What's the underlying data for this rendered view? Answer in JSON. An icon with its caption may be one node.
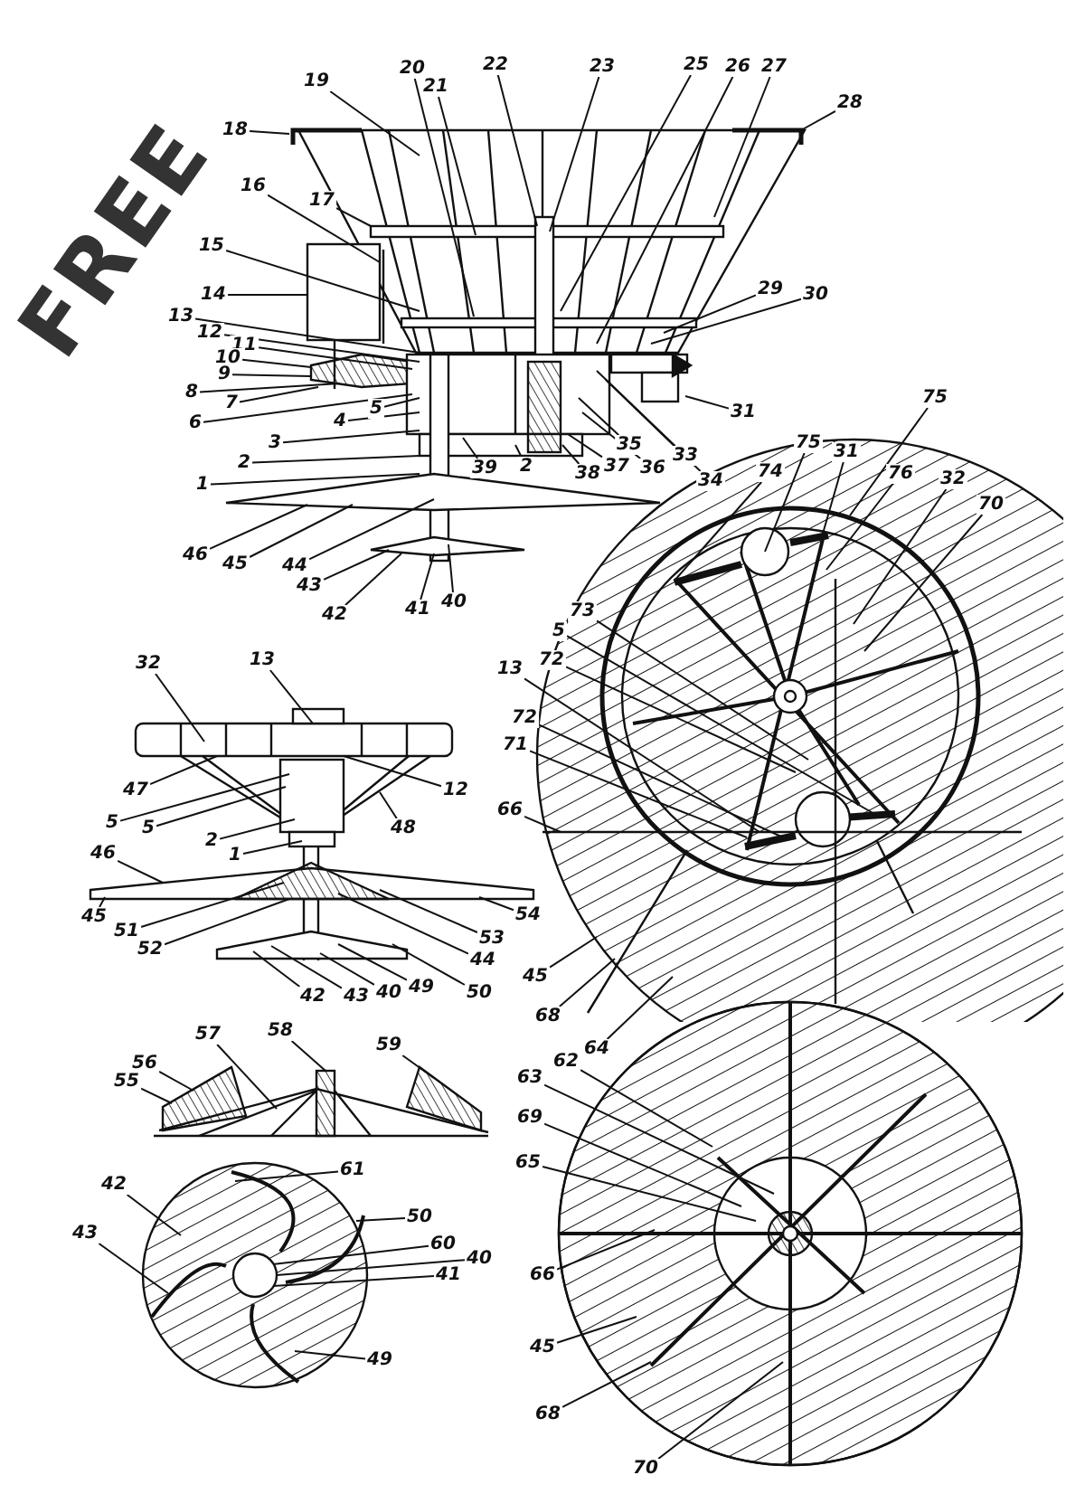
{
  "diagram": {
    "nodes": [
      {
        "text": [
          "20"
        ]
      },
      {
        "text": [
          "21"
        ]
      },
      {
        "text": [
          "22"
        ]
      },
      {
        "text": [
          "23"
        ]
      },
      {
        "text": [
          "25"
        ]
      },
      {
        "text": [
          "26"
        ]
      },
      {
        "text": [
          "27"
        ]
      },
      {
        "text": [
          "19"
        ]
      },
      {
        "text": [
          "18"
        ]
      },
      {
        "text": [
          "28"
        ]
      },
      {
        "text": [
          "16"
        ]
      },
      {
        "text": [
          "17"
        ]
      },
      {
        "text": [
          "15"
        ]
      },
      {
        "text": [
          "14"
        ]
      },
      {
        "text": [
          "29"
        ]
      },
      {
        "text": [
          "30"
        ]
      },
      {
        "text": [
          "13"
        ]
      },
      {
        "text": [
          "12"
        ]
      },
      {
        "text": [
          "11"
        ]
      },
      {
        "text": [
          "10"
        ]
      },
      {
        "text": [
          "9"
        ]
      },
      {
        "text": [
          "8"
        ]
      },
      {
        "text": [
          "7"
        ]
      },
      {
        "text": [
          "31"
        ]
      },
      {
        "text": [
          "5"
        ]
      },
      {
        "text": [
          "6"
        ]
      },
      {
        "text": [
          "4"
        ]
      },
      {
        "text": [
          "3"
        ]
      },
      {
        "text": [
          "35"
        ]
      },
      {
        "text": [
          "33"
        ]
      },
      {
        "text": [
          "2"
        ]
      },
      {
        "text": [
          "39"
        ]
      },
      {
        "text": [
          "2"
        ]
      },
      {
        "text": [
          "38"
        ]
      },
      {
        "text": [
          "37"
        ]
      },
      {
        "text": [
          "36"
        ]
      },
      {
        "text": [
          "34"
        ]
      },
      {
        "text": [
          "1"
        ]
      },
      {
        "text": [
          "46"
        ]
      },
      {
        "text": [
          "45"
        ]
      },
      {
        "text": [
          "44"
        ]
      },
      {
        "text": [
          "43"
        ]
      },
      {
        "text": [
          "42"
        ]
      },
      {
        "text": [
          "41"
        ]
      },
      {
        "text": [
          "40"
        ]
      },
      {
        "text": [
          "75"
        ]
      },
      {
        "text": [
          "74"
        ]
      },
      {
        "text": [
          "75"
        ]
      },
      {
        "text": [
          "31"
        ]
      },
      {
        "text": [
          "76"
        ]
      },
      {
        "text": [
          "32"
        ]
      },
      {
        "text": [
          "70"
        ]
      },
      {
        "text": [
          "73"
        ]
      },
      {
        "text": [
          "5"
        ]
      },
      {
        "text": [
          "72"
        ]
      },
      {
        "text": [
          "13"
        ]
      },
      {
        "text": [
          "32"
        ]
      },
      {
        "text": [
          "13"
        ]
      },
      {
        "text": [
          "72"
        ]
      },
      {
        "text": [
          "71"
        ]
      },
      {
        "text": [
          "47"
        ]
      },
      {
        "text": [
          "12"
        ]
      },
      {
        "text": [
          "66"
        ]
      },
      {
        "text": [
          "5"
        ]
      },
      {
        "text": [
          "5"
        ]
      },
      {
        "text": [
          "48"
        ]
      },
      {
        "text": [
          "2"
        ]
      },
      {
        "text": [
          "1"
        ]
      },
      {
        "text": [
          "46"
        ]
      },
      {
        "text": [
          "45"
        ]
      },
      {
        "text": [
          "51"
        ]
      },
      {
        "text": [
          "54"
        ]
      },
      {
        "text": [
          "53"
        ]
      },
      {
        "text": [
          "52"
        ]
      },
      {
        "text": [
          "44"
        ]
      },
      {
        "text": [
          "45"
        ]
      },
      {
        "text": [
          "40"
        ]
      },
      {
        "text": [
          "49"
        ]
      },
      {
        "text": [
          "50"
        ]
      },
      {
        "text": [
          "42"
        ]
      },
      {
        "text": [
          "43"
        ]
      },
      {
        "text": [
          "68"
        ]
      },
      {
        "text": [
          "64"
        ]
      },
      {
        "text": [
          "58"
        ]
      },
      {
        "text": [
          "57"
        ]
      },
      {
        "text": [
          "59"
        ]
      },
      {
        "text": [
          "56"
        ]
      },
      {
        "text": [
          "62"
        ]
      },
      {
        "text": [
          "63"
        ]
      },
      {
        "text": [
          "55"
        ]
      },
      {
        "text": [
          "69"
        ]
      },
      {
        "text": [
          "65"
        ]
      },
      {
        "text": [
          "61"
        ]
      },
      {
        "text": [
          "42"
        ]
      },
      {
        "text": [
          "50"
        ]
      },
      {
        "text": [
          "43"
        ]
      },
      {
        "text": [
          "60"
        ]
      },
      {
        "text": [
          "40"
        ]
      },
      {
        "text": [
          "66"
        ]
      },
      {
        "text": [
          "41"
        ]
      },
      {
        "text": [
          "45"
        ]
      },
      {
        "text": [
          "49"
        ]
      },
      {
        "text": [
          "68"
        ]
      },
      {
        "text": [
          "70"
        ]
      },
      {
        "text": [],
        "shape": "picture"
      },
      {
        "text": [],
        "shape": "bar"
      },
      {
        "text": [],
        "shape": "picture"
      },
      {
        "text": [],
        "shape": "circle"
      }
    ],
    "edges": [
      {
        "from": 0,
        "to": null,
        "arrow": "none"
      },
      {
        "from": 1,
        "to": null,
        "arrow": "none"
      },
      {
        "from": 2,
        "to": null,
        "arrow": "none"
      },
      {
        "from": 3,
        "to": null,
        "arrow": "none"
      },
      {
        "from": 4,
        "to": null,
        "arrow": "none"
      },
      {
        "from": 5,
        "to": null,
        "arrow": "none"
      },
      {
        "from": 6,
        "to": null,
        "arrow": "none"
      },
      {
        "from": 7,
        "to": null,
        "arrow": "none"
      },
      {
        "from": 8,
        "to": null,
        "arrow": "none"
      },
      {
        "from": 9,
        "to": null,
        "arrow": "none"
      },
      {
        "from": 10,
        "to": null,
        "arrow": "none"
      },
      {
        "from": 11,
        "to": null,
        "arrow": "none"
      },
      {
        "from": 12,
        "to": null,
        "arrow": "none"
      },
      {
        "from": 13,
        "to": null,
        "arrow": "none"
      },
      {
        "from": 14,
        "to": null,
        "arrow": "none"
      },
      {
        "from": 15,
        "to": null,
        "arrow": "none"
      },
      {
        "from": 16,
        "to": null,
        "arrow": "none"
      },
      {
        "from": 17,
        "to": null,
        "arrow": "none"
      },
      {
        "from": 18,
        "to": null,
        "arrow": "none"
      },
      {
        "from": 19,
        "to": null,
        "arrow": "none"
      },
      {
        "from": 20,
        "to": null,
        "arrow": "none"
      },
      {
        "from": 21,
        "to": null,
        "arrow": "none"
      },
      {
        "from": 22,
        "to": null,
        "arrow": "none"
      },
      {
        "from": 23,
        "to": null,
        "arrow": "none"
      },
      {
        "from": 24,
        "to": null,
        "arrow": "none"
      },
      {
        "from": 25,
        "to": null,
        "arrow": "none"
      },
      {
        "from": 26,
        "to": null,
        "arrow": "none"
      },
      {
        "from": 27,
        "to": null,
        "arrow": "none"
      },
      {
        "from": 28,
        "to": null,
        "arrow": "none"
      },
      {
        "from": 29,
        "to": null,
        "arrow": "none"
      },
      {
        "from": 30,
        "to": null,
        "arrow": "none"
      },
      {
        "from": 31,
        "to": null,
        "arrow": "none"
      },
      {
        "from": 32,
        "to": null,
        "arrow": "none"
      },
      {
        "from": 33,
        "to": null,
        "arrow": "none"
      },
      {
        "from": 34,
        "to": null,
        "arrow": "none"
      },
      {
        "from": 35,
        "to": null,
        "arrow": "none"
      },
      {
        "from": 36,
        "to": null,
        "arrow": "none"
      },
      {
        "from": 37,
        "to": null,
        "arrow": "none"
      },
      {
        "from": 38,
        "to": null,
        "arrow": "none"
      },
      {
        "from": 39,
        "to": null,
        "arrow": "none"
      },
      {
        "from": 40,
        "to": null,
        "arrow": "none"
      },
      {
        "from": 41,
        "to": null,
        "arrow": "none"
      },
      {
        "from": 42,
        "to": null,
        "arrow": "none"
      },
      {
        "from": 43,
        "to": null,
        "arrow": "none"
      },
      {
        "from": 44,
        "to": null,
        "arrow": "none"
      },
      {
        "from": 45,
        "to": null,
        "arrow": "none"
      },
      {
        "from": 46,
        "to": null,
        "arrow": "none"
      },
      {
        "from": 47,
        "to": null,
        "arrow": "none"
      },
      {
        "from": 48,
        "to": null,
        "arrow": "none"
      },
      {
        "from": 49,
        "to": null,
        "arrow": "none"
      },
      {
        "from": 50,
        "to": null,
        "arrow": "none"
      },
      {
        "from": 51,
        "to": null,
        "arrow": "none"
      },
      {
        "from": 52,
        "to": null,
        "arrow": "none"
      },
      {
        "from": 53,
        "to": null,
        "arrow": "none"
      },
      {
        "from": 54,
        "to": null,
        "arrow": "none"
      },
      {
        "from": 55,
        "to": null,
        "arrow": "none"
      },
      {
        "from": 56,
        "to": null,
        "arrow": "none"
      },
      {
        "from": 57,
        "to": null,
        "arrow": "none"
      },
      {
        "from": 58,
        "to": null,
        "arrow": "none"
      },
      {
        "from": 59,
        "to": null,
        "arrow": "none"
      },
      {
        "from": 60,
        "to": null,
        "arrow": "none"
      },
      {
        "from": 61,
        "to": null,
        "arrow": "none"
      },
      {
        "from": 62,
        "to": null,
        "arrow": "none"
      },
      {
        "from": 63,
        "to": null,
        "arrow": "none"
      },
      {
        "from": 64,
        "to": null,
        "arrow": "none"
      },
      {
        "from": 65,
        "to": null,
        "arrow": "none"
      },
      {
        "from": 66,
        "to": null,
        "arrow": "none"
      },
      {
        "from": 67,
        "to": null,
        "arrow": "none"
      },
      {
        "from": 68,
        "to": null,
        "arrow": "none"
      },
      {
        "from": 69,
        "to": null,
        "arrow": "none"
      },
      {
        "from": 70,
        "to": null,
        "arrow": "none"
      },
      {
        "from": 71,
        "to": null,
        "arrow": "none"
      },
      {
        "from": 72,
        "to": null,
        "arrow": "none"
      },
      {
        "from": 73,
        "to": null,
        "arrow": "none"
      },
      {
        "from": 74,
        "to": null,
        "arrow": "none"
      },
      {
        "from": 75,
        "to": null,
        "arrow": "none"
      },
      {
        "from": 76,
        "to": null,
        "arrow": "none"
      },
      {
        "from": 77,
        "to": null,
        "arrow": "none"
      },
      {
        "from": 78,
        "to": null,
        "arrow": "none"
      },
      {
        "from": 79,
        "to": null,
        "arrow": "none"
      },
      {
        "from": 80,
        "to": null,
        "arrow": "none"
      },
      {
        "from": 81,
        "to": null,
        "arrow": "none"
      },
      {
        "from": 82,
        "to": null,
        "arrow": "none"
      },
      {
        "from": 83,
        "to": 105,
        "arrow": "none"
      },
      {
        "from": 84,
        "to": null,
        "arrow": "none"
      },
      {
        "from": 85,
        "to": 106,
        "arrow": "none"
      },
      {
        "from": 86,
        "to": 104,
        "arrow": "none"
      },
      {
        "from": 87,
        "to": null,
        "arrow": "none"
      },
      {
        "from": 88,
        "to": null,
        "arrow": "none"
      },
      {
        "from": 89,
        "to": 104,
        "arrow": "none"
      },
      {
        "from": 90,
        "to": null,
        "arrow": "none"
      },
      {
        "from": 91,
        "to": null,
        "arrow": "none"
      },
      {
        "from": 92,
        "to": null,
        "arrow": "none"
      },
      {
        "from": 93,
        "to": null,
        "arrow": "none"
      },
      {
        "from": 94,
        "to": null,
        "arrow": "none"
      },
      {
        "from": 95,
        "to": null,
        "arrow": "none"
      },
      {
        "from": 96,
        "to": 107,
        "arrow": "none"
      },
      {
        "from": 97,
        "to": 107,
        "arrow": "none"
      },
      {
        "from": 98,
        "to": null,
        "arrow": "none"
      },
      {
        "from": 99,
        "to": 107,
        "arrow": "none"
      },
      {
        "from": 100,
        "to": null,
        "arrow": "none"
      },
      {
        "from": 101,
        "to": null,
        "arrow": "none"
      },
      {
        "from": 102,
        "to": null,
        "arrow": "none"
      },
      {
        "from": 103,
        "to": null,
        "arrow": "none"
      }
    ],
    "labels": [
      "FREE"
    ]
  }
}
